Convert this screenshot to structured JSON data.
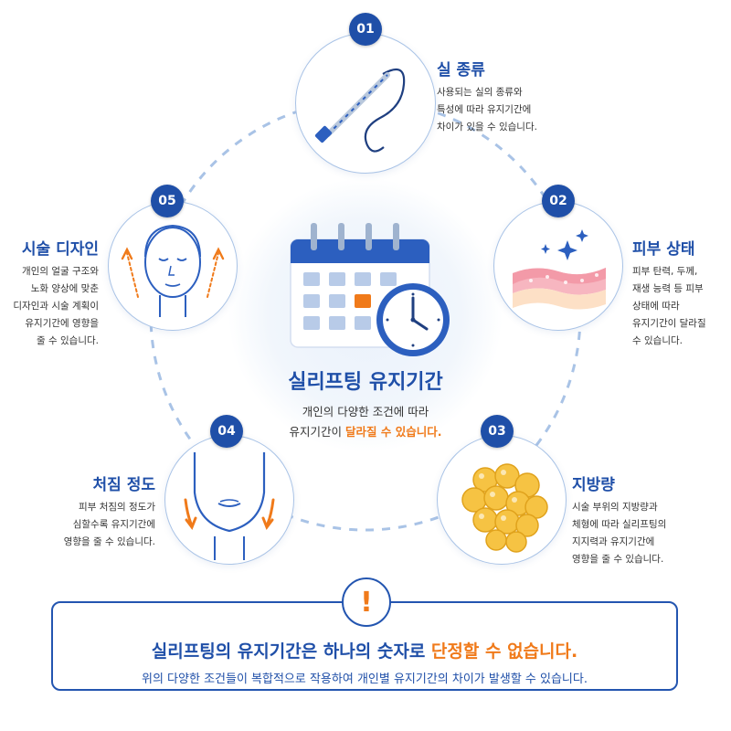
{
  "center": {
    "title": "실리프팅 유지기간",
    "desc_line1": "개인의 다양한 조건에 따라",
    "desc_line2_prefix": "유지기간이 ",
    "desc_line2_highlight": "달라질 수 있습니다."
  },
  "items": [
    {
      "num": "01",
      "title": "실 종류",
      "lines": [
        "사용되는 실의 종류와",
        "특성에 따라 유지기간에",
        "차이가 있을 수 있습니다."
      ]
    },
    {
      "num": "02",
      "title": "피부 상태",
      "lines": [
        "피부 탄력, 두께,",
        "재생 능력 등 피부",
        "상태에 따라",
        "유지기간이 달라질",
        "수 있습니다."
      ]
    },
    {
      "num": "03",
      "title": "지방량",
      "lines": [
        "시술 부위의 지방량과",
        "체형에 따라 실리프팅의",
        "지지력과 유지기간에",
        "영향을 줄 수 있습니다."
      ]
    },
    {
      "num": "04",
      "title": "처짐 정도",
      "lines": [
        "피부 처짐의 정도가",
        "심할수록 유지기간에",
        "영향을 줄 수 있습니다."
      ]
    },
    {
      "num": "05",
      "title": "시술 디자인",
      "lines": [
        "개인의 얼굴 구조와",
        "노화 양상에 맞춘",
        "디자인과 시술 계획이",
        "유지기간에 영향을",
        "줄 수 있습니다."
      ]
    }
  ],
  "warning": {
    "icon": "exclamation-icon",
    "symbol": "!",
    "line1_prefix": "실리프팅의 유지기간은 하나의 숫자로 ",
    "line1_highlight": "단정할 수 없습니다.",
    "line2": "위의 다양한 조건들이 복합적으로 작용하여 개인별 유지기간의 차이가 발생할 수 있습니다."
  },
  "colors": {
    "primary": "#1f4fa8",
    "accent": "#f07a1a",
    "ring": "#a9c3e6"
  }
}
